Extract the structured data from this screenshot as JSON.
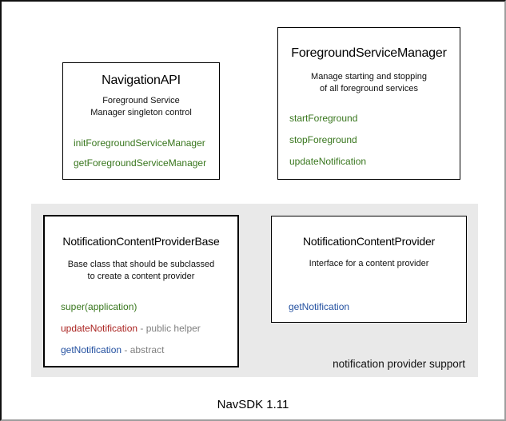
{
  "colors": {
    "green": "#38761d",
    "red": "#aa2320",
    "blue": "#2350a0",
    "gray": "#808080",
    "panel_bg": "#e9e9e9"
  },
  "boxes": {
    "navigation_api": {
      "title": "NavigationAPI",
      "description": "Foreground Service\nManager singleton control",
      "methods": [
        {
          "name": "initForegroundServiceManager"
        },
        {
          "name": "getForegroundServiceManager"
        }
      ]
    },
    "foreground_service_manager": {
      "title": "ForegroundServiceManager",
      "description": "Manage starting and stopping\nof all foreground services",
      "methods": [
        {
          "name": "startForeground"
        },
        {
          "name": "stopForeground"
        },
        {
          "name": "updateNotification"
        }
      ]
    },
    "notification_content_provider_base": {
      "title": "NotificationContentProviderBase",
      "description": "Base class that should be subclassed\nto create a content provider",
      "methods": [
        {
          "name": "super(application)",
          "suffix": ""
        },
        {
          "name": "updateNotification",
          "suffix": " - public helper"
        },
        {
          "name": "getNotification",
          "suffix": " - abstract"
        }
      ]
    },
    "notification_content_provider": {
      "title": "NotificationContentProvider",
      "description": "Interface for a content provider",
      "methods": [
        {
          "name": "getNotification"
        }
      ]
    }
  },
  "panel": {
    "label": "notification provider support"
  },
  "footer": {
    "label": "NavSDK 1.11"
  }
}
